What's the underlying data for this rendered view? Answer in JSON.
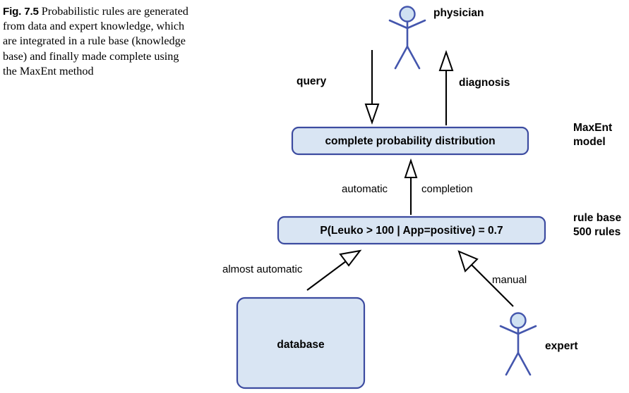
{
  "figure": {
    "number": "Fig. 7.5",
    "caption_text": "Probabilistic rules are generated from data and expert knowledge, which are integrated in a rule base (knowledge base) and finally made complete using the MaxEnt method"
  },
  "colors": {
    "box_fill": "#d9e5f3",
    "box_border": "#3c4ba0",
    "stick_figure": "#4456ad",
    "stick_head_fill": "#cfe1f2",
    "arrow": "#000000",
    "background": "#ffffff"
  },
  "nodes": {
    "physician": {
      "label": "physician",
      "type": "actor"
    },
    "complete_distribution": {
      "label": "complete probability distribution",
      "type": "box",
      "side_label_line1": "MaxEnt",
      "side_label_line2": "model"
    },
    "rule_base": {
      "label": "P(Leuko > 100 | App=positive) = 0.7",
      "type": "box",
      "side_label_line1": "rule base",
      "side_label_line2": "500 rules"
    },
    "database": {
      "label": "database",
      "type": "box"
    },
    "expert": {
      "label": "expert",
      "type": "actor"
    }
  },
  "edges": [
    {
      "name": "query",
      "label": "query",
      "from": "physician",
      "to": "complete_distribution",
      "style": "bold"
    },
    {
      "name": "diagnosis",
      "label": "diagnosis",
      "from": "complete_distribution",
      "to": "physician",
      "style": "bold"
    },
    {
      "name": "completion",
      "label_left": "automatic",
      "label_right": "completion",
      "from": "rule_base",
      "to": "complete_distribution",
      "style": "regular"
    },
    {
      "name": "almost-automatic",
      "label": "almost automatic",
      "from": "database",
      "to": "rule_base",
      "style": "regular"
    },
    {
      "name": "manual",
      "label": "manual",
      "from": "expert",
      "to": "rule_base",
      "style": "regular"
    }
  ]
}
